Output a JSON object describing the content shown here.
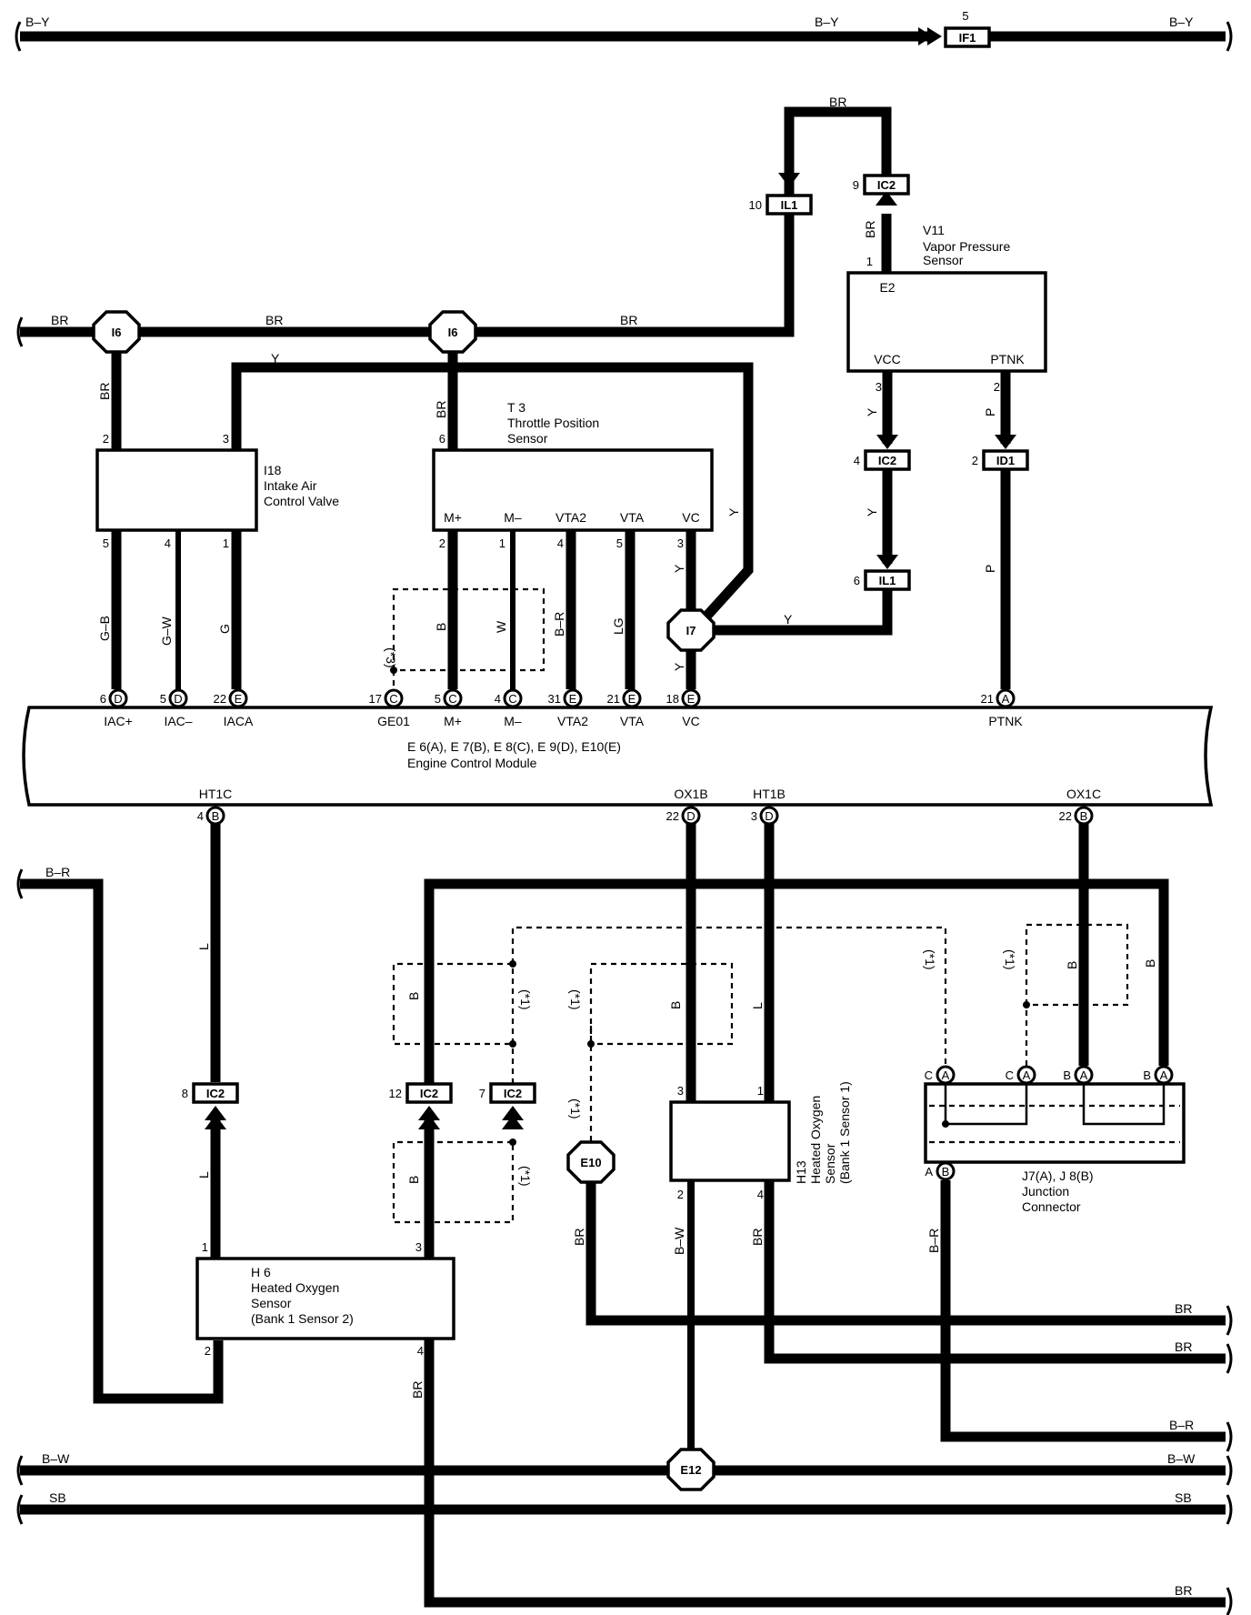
{
  "wire_colors": {
    "top_left": "B–Y",
    "top_mid": "B–Y",
    "top_right": "B–Y",
    "br_top": "BR",
    "br_left": "BR",
    "br_mid": "BR",
    "br_right": "BR",
    "br_ic2_9": "BR",
    "br_i18": "BR",
    "br_t3": "BR",
    "y_top": "Y",
    "y_vc_right": "Y",
    "y_vcc": "Y",
    "y_ic2_il1": "Y",
    "y_il1": "Y",
    "y_vc1": "Y",
    "y_vc2": "Y",
    "p1": "P",
    "p2": "P",
    "g_b": "G–B",
    "g_w": "G–W",
    "g": "G",
    "b_dash": "B",
    "w": "W",
    "b_r": "B–R",
    "lg": "LG",
    "b_r_left": "B–R",
    "l_1": "L",
    "l_2": "L",
    "l_ht1b": "L",
    "b_dash1": "B",
    "b_dash2": "B",
    "b_dash3": "B",
    "b_dash4": "B",
    "b_right": "B",
    "br_e10": "BR",
    "b_w_mid": "B–W",
    "br_h13": "BR",
    "b_r_jc": "B–R",
    "br_h6": "BR",
    "out_br1": "BR",
    "out_br2": "BR",
    "out_br_r": "B–R",
    "bw_left": "B–W",
    "bw_right": "B–W",
    "sb_left": "SB",
    "sb_right": "SB",
    "br_bottom": "BR"
  },
  "connectors": {
    "if1": "IF1",
    "il1_a": "IL1",
    "ic2_a": "IC2",
    "ic2_b": "IC2",
    "id1": "ID1",
    "il1_b": "IL1",
    "i6_a": "I6",
    "i6_b": "I6",
    "i7": "I7",
    "ic2_8": "IC2",
    "ic2_12": "IC2",
    "ic2_7": "IC2",
    "e10": "E10",
    "e12": "E12"
  },
  "pins": {
    "if1_5": "5",
    "il1_10": "10",
    "ic2_9": "9",
    "v11_1": "1",
    "v11_3": "3",
    "v11_2": "2",
    "ic2_4": "4",
    "id1_2": "2",
    "il1_6": "6",
    "i18_2": "2",
    "i18_3": "3",
    "i18_5": "5",
    "i18_4": "4",
    "i18_1": "1",
    "t3_6": "6",
    "t3_2": "2",
    "t3_1": "1",
    "t3_4": "4",
    "t3_5": "5",
    "t3_3": "3",
    "ecm_6": "6",
    "ecm_5a": "5",
    "ecm_22": "22",
    "ecm_17": "17",
    "ecm_5b": "5",
    "ecm_4": "4",
    "ecm_31": "31",
    "ecm_21": "21",
    "ecm_18": "18",
    "ecm_21b": "21",
    "ecm_4b": "4",
    "ecm_22b": "22",
    "ecm_3": "3",
    "ecm_22c": "22",
    "ic2_8": "8",
    "ic2_12": "12",
    "ic2_7": "7",
    "h13_3": "3",
    "h13_1": "1",
    "h13_2": "2",
    "h13_4": "4",
    "h6_1": "1",
    "h6_3": "3",
    "h6_2": "2",
    "h6_4": "4"
  },
  "pin_letters": {
    "D": "D",
    "E": "E",
    "C": "C",
    "A": "A",
    "B": "B"
  },
  "junction_pins": {
    "c1": "C",
    "c2": "C",
    "b1": "B",
    "b2": "B",
    "a1": "A"
  },
  "notes": {
    "n3": "(*3)",
    "n1": "(*1)"
  },
  "components": {
    "v11": {
      "code": "V11",
      "name1": "Vapor Pressure",
      "name2": "Sensor",
      "t_e2": "E2",
      "t_vcc": "VCC",
      "t_ptnk": "PTNK"
    },
    "i18": {
      "code": "I18",
      "name1": "Intake Air",
      "name2": "Control Valve"
    },
    "t3": {
      "code": "T 3",
      "name1": "Throttle Position",
      "name2": "Sensor",
      "t_mp": "M+",
      "t_mm": "M–",
      "t_vta2": "VTA2",
      "t_vta": "VTA",
      "t_vc": "VC"
    },
    "ecm": {
      "t_iacp": "IAC+",
      "t_iacm": "IAC–",
      "t_iaca": "IACA",
      "t_ge01": "GE01",
      "t_mp": "M+",
      "t_mm": "M–",
      "t_vta2": "VTA2",
      "t_vta": "VTA",
      "t_vc": "VC",
      "t_ptnk": "PTNK",
      "connectors": "E 6(A), E 7(B), E 8(C), E 9(D), E10(E)",
      "name": "Engine Control Module",
      "t_ht1c": "HT1C",
      "t_ox1b": "OX1B",
      "t_ht1b": "HT1B",
      "t_ox1c": "OX1C"
    },
    "h13": {
      "code": "H13",
      "name1": "Heated Oxygen",
      "name2": "Sensor",
      "name3": "(Bank 1 Sensor 1)"
    },
    "h6": {
      "code": "H 6",
      "name1": "Heated Oxygen",
      "name2": "Sensor",
      "name3": "(Bank 1 Sensor 2)"
    },
    "jc": {
      "code": "J7(A), J 8(B)",
      "name1": "Junction",
      "name2": "Connector"
    }
  }
}
